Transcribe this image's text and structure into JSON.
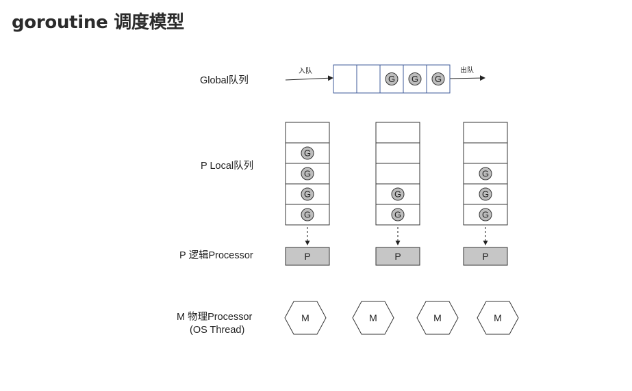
{
  "page": {
    "title": "goroutine 调度模型"
  },
  "labels": {
    "global_queue": "Global队列",
    "local_queue": "P Local队列",
    "processor": "P 逻辑Processor",
    "machine_line1": "M 物理Processor",
    "machine_line2": "(OS Thread)"
  },
  "global_queue": {
    "enqueue_label": "入队",
    "dequeue_label": "出队",
    "slots": [
      "",
      "",
      "G",
      "G",
      "G"
    ]
  },
  "local_queues": [
    {
      "slots": [
        "",
        "G",
        "G",
        "G",
        "G"
      ]
    },
    {
      "slots": [
        "",
        "",
        "",
        "G",
        "G"
      ]
    },
    {
      "slots": [
        "",
        "",
        "G",
        "G",
        "G"
      ]
    }
  ],
  "processors": [
    "P",
    "P",
    "P"
  ],
  "machines": [
    "M",
    "M",
    "M",
    "M"
  ],
  "colors": {
    "global_border": "#3d5a99",
    "box_border": "#333333",
    "g_fill": "#bdbdbd",
    "p_fill": "#c6c6c6"
  }
}
